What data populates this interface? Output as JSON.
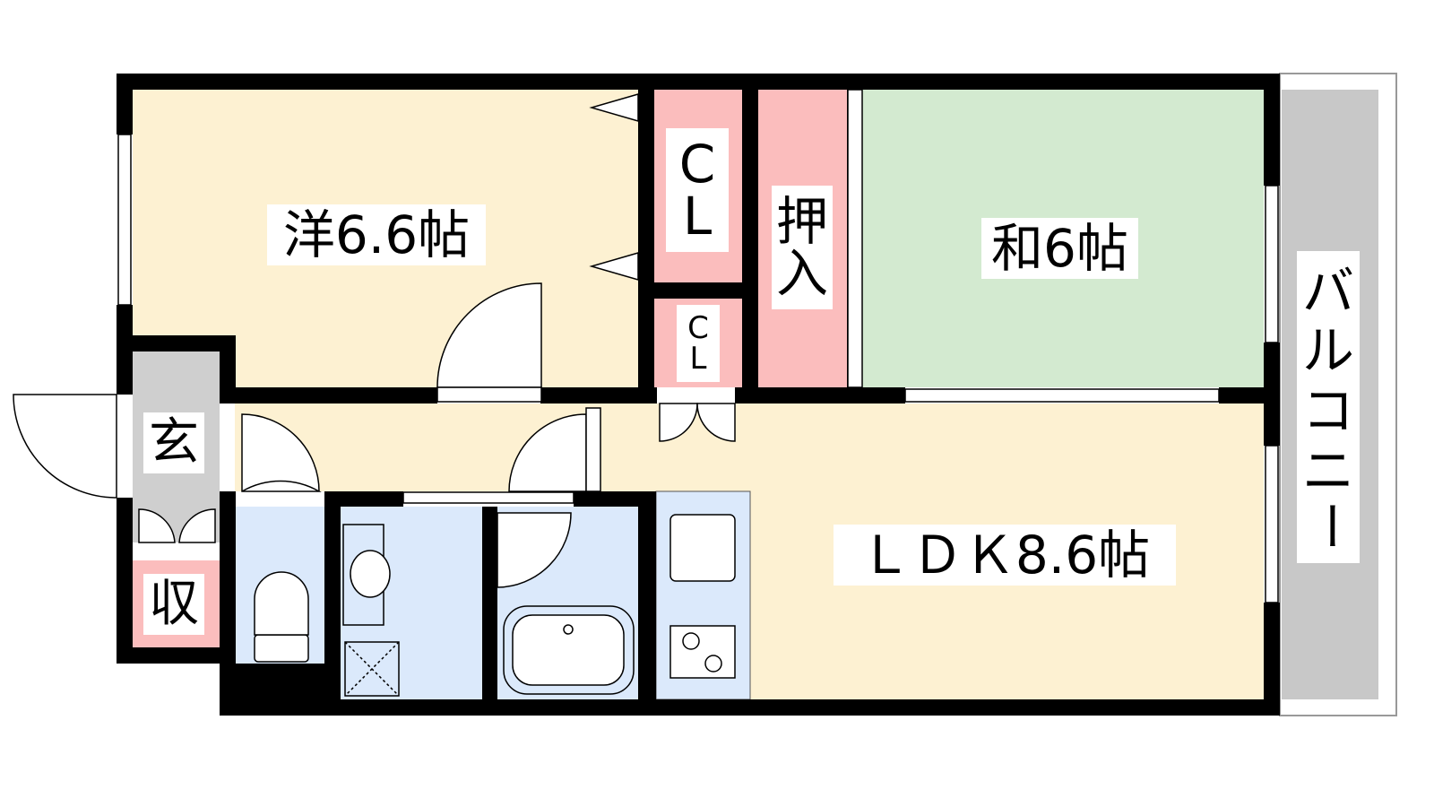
{
  "rooms": {
    "western_room": "洋6.6帖",
    "closet_top": [
      "C",
      "L"
    ],
    "closet_small": [
      "C",
      "L"
    ],
    "oshiire": [
      "押",
      "入"
    ],
    "japanese_room": "和6帖",
    "balcony": [
      "バ",
      "ル",
      "コ",
      "ニ",
      "ー"
    ],
    "entrance": "玄",
    "storage": "収",
    "ldk": "ＬＤＫ8.6帖"
  },
  "colors": {
    "western": "#fdf1d2",
    "closet": "#fbbdbd",
    "japanese": "#d3ead0",
    "wet": "#dbe9fb",
    "entrance": "#cfcfcf",
    "balcony": "#c8c8c8",
    "wall": "#000000"
  }
}
